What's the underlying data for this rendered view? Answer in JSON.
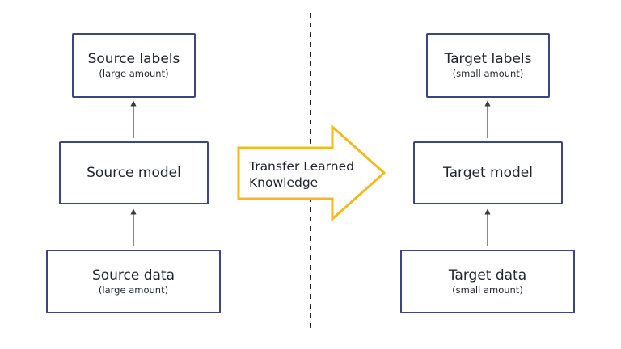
{
  "source": {
    "labels": {
      "title": "Source labels",
      "subtitle": "(large amount)"
    },
    "model": {
      "title": "Source model"
    },
    "data": {
      "title": "Source data",
      "subtitle": "(large amount)"
    }
  },
  "target": {
    "labels": {
      "title": "Target labels",
      "subtitle": "(small amount)"
    },
    "model": {
      "title": "Target model"
    },
    "data": {
      "title": "Target data",
      "subtitle": "(small amount)"
    }
  },
  "transfer": {
    "line1": "Transfer Learned",
    "line2": "Knowledge"
  },
  "colors": {
    "box_border": "#3d4680",
    "transfer_arrow": "#f5b91e",
    "divider": "#1f2430",
    "arrows": "#3a3a3a"
  }
}
